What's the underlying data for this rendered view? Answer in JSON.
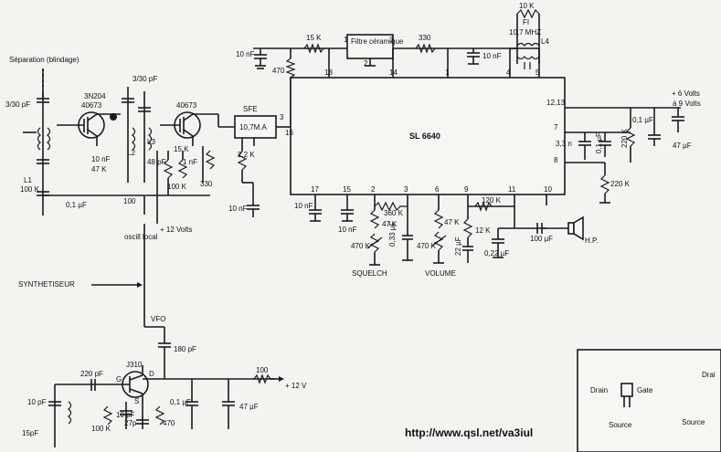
{
  "labels": {
    "separation": "Séparation (blindage)",
    "c_3_30_left": "3/30 pF",
    "l1": "L1",
    "r_100k_left": "100 K",
    "c_01_left": "0,1 µF",
    "q_3n204": "3N204",
    "q_40673_a": "40673",
    "c_10nf_a": "10 nF",
    "r_47k_a": "47 K",
    "r_100_a": "100",
    "l2": "L2",
    "c_3_30_mid": "3/30 pF",
    "q_40673_b": "40673",
    "l3": "L3",
    "c_48pf": "48 pF",
    "r_15k_a": "15 K",
    "c_1nf": "1 nF",
    "r_100k_b": "100 K",
    "r_330_a": "330",
    "plus12v_a": "+ 12 Volts",
    "sfe": "SFE",
    "sfe_freq": "10,7M.A",
    "r_22k": "2,2 K",
    "c_10nf_b": "10 nF",
    "oscil_local": "oscill local",
    "synth": "SYNTHETISEUR",
    "vfo": "VFO",
    "c_180pf": "180 pF",
    "c_220pf": "220 pF",
    "j310": "J310",
    "pin_g": "G",
    "pin_d": "D",
    "pin_s": "S",
    "c_10pf_a": "10 pF",
    "c_15pf": "15pF",
    "r_100k_c": "100 K",
    "c_10pf_b": "10 pF",
    "c_27p": "27p",
    "r_470_a": "470",
    "c_01_vfo": "0,1 µF",
    "c_47_vfo": "47 µF",
    "r_100_vfo": "100",
    "plus12v_b": "+ 12 V",
    "c_10nf_top": "10 nF",
    "r_470_top": "470",
    "r_15k_top": "15 K",
    "filter_title": "Filtre céramique",
    "r_330_top": "330",
    "c_10nf_topr": "10 nF",
    "r_10k": "10 K",
    "fi": "FI",
    "mhz": "10,7 MHZ",
    "l4": "L4",
    "ic": "SL 6640",
    "pin_1": "1",
    "pin_2": "2",
    "pin_3": "3",
    "pin_18": "18",
    "pin_14": "14",
    "pin_1b": "1",
    "pin_4": "4",
    "pin_5": "5",
    "pin_16": "16",
    "pin_17": "17",
    "pin_15": "15",
    "pin_2b": "2",
    "pin_3b": "3",
    "pin_6": "6",
    "pin_9": "9",
    "pin_11": "11",
    "pin_10": "10",
    "pin_7": "7",
    "pin_8": "8",
    "pin_1213": "12,13",
    "c_10nf_p17": "10 nF",
    "c_10nf_p15": "10 nF",
    "r_360k": "360 K",
    "r_47k_sq": "47 K",
    "r_470k_sq": "470 K",
    "c_033": "0,33 µF",
    "r_47k_vol": "47 K",
    "r_470k_vol": "470 K",
    "r_120k": "120 K",
    "r_12k": "12 K",
    "c_22uf": "22 µF",
    "c_022": "0,22 µF",
    "c_100uf": "100 µF",
    "hp": "H.P.",
    "squelch": "SQUELCH",
    "volume": "VOLUME",
    "c_33n": "3,3 n",
    "c_01_right": "0,1 µF",
    "r_220k_a": "220 K",
    "r_220k_b": "220 K",
    "c_01_rt": "0,1 µF",
    "c_47_rt": "47 µF",
    "plus_6v": "+ 6 Volts",
    "to_9v": "à 9 Volts",
    "pin_drain": "Drain",
    "pin_gate": "Gate",
    "source_a": "Source",
    "source_b": "Source",
    "drain_edge": "Drai",
    "url": "http://www.qsl.net/va3iul"
  }
}
